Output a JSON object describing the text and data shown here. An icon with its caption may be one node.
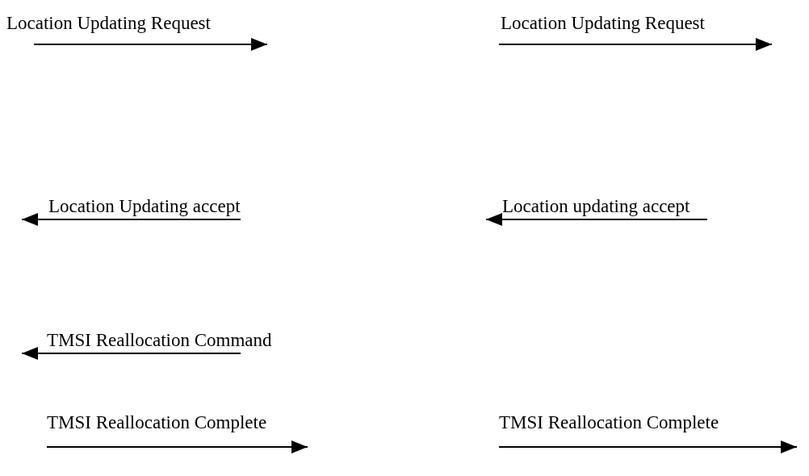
{
  "diagram": {
    "labels": [
      "Location Updating Request",
      "Location Updating Request",
      "Location Updating accept",
      "Location updating accept",
      "TMSI Reallocation Command",
      "TMSI Reallocation Complete",
      "TMSI Reallocation Complete"
    ]
  }
}
